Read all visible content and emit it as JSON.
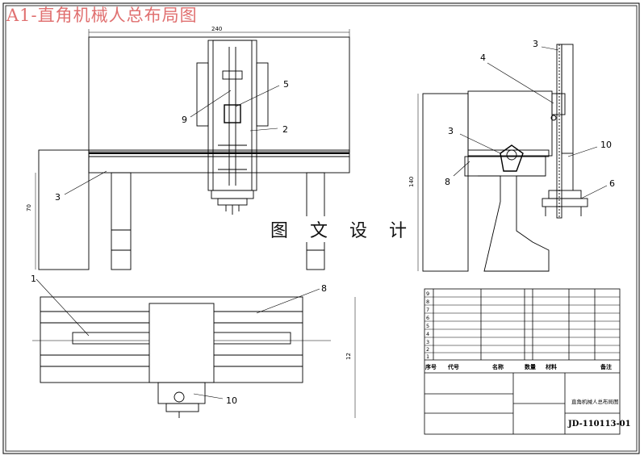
{
  "title": "A1-直角机械人总布局图",
  "watermark": "图 文 设 计",
  "dimensions": {
    "top_width": "240",
    "left_height": "70",
    "right_height": "140",
    "bottom_height": "12"
  },
  "callouts": {
    "front": [
      "9",
      "5",
      "2",
      "3"
    ],
    "side": [
      "3",
      "4",
      "3",
      "8",
      "10",
      "6"
    ],
    "plan": [
      "1",
      "8",
      "10"
    ]
  },
  "title_block": {
    "header": {
      "seq": "序号",
      "code": "代号",
      "name": "名称",
      "qty": "数量",
      "material": "材料",
      "note": "备注"
    },
    "drawing_no": "JD-110113-01",
    "drawing_name": "直角机械人总布局图",
    "rows": [
      "9",
      "8",
      "7",
      "6",
      "5",
      "4",
      "3",
      "2",
      "1"
    ]
  }
}
